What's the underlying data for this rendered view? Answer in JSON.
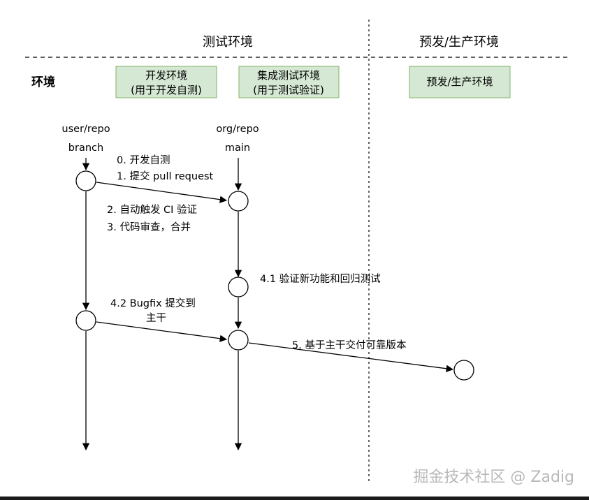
{
  "colors": {
    "box_fill": "#d5e8d4",
    "box_stroke": "#82b366",
    "line": "#000000"
  },
  "headers": {
    "test_env": "测试环境",
    "prerelease_env": "预发/生产环境"
  },
  "env_label": "环境",
  "env_boxes": [
    {
      "line1": "开发环境",
      "line2": "(用于开发自测)"
    },
    {
      "line1": "集成测试环境",
      "line2": "(用于测试验证)"
    },
    {
      "line1": "预发/生产环境",
      "line2": ""
    }
  ],
  "lanes": {
    "user_repo": {
      "name": "user/repo",
      "branch": "branch"
    },
    "org_repo": {
      "name": "org/repo",
      "branch": "main"
    }
  },
  "steps": {
    "s0": "0. 开发自测",
    "s1": "1. 提交 pull request",
    "s2": "2. 自动触发 CI 验证",
    "s3": "3. 代码审查，合并",
    "s41": "4.1 验证新功能和回归测试",
    "s42_line1": "4.2 Bugfix 提交到",
    "s42_line2": "主干",
    "s5": "5. 基于主干交付可靠版本"
  },
  "watermark": "掘金技术社区 @ Zadig"
}
